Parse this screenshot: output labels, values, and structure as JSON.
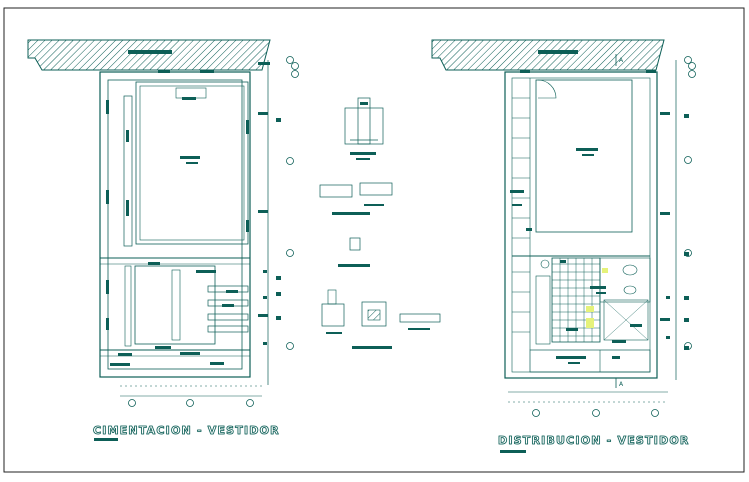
{
  "drawing": {
    "line_color": "#0d5f57",
    "accent_color": "#e5f27a",
    "background": "#ffffff"
  },
  "plans": {
    "left_title": "CIMENTACION - VESTIDOR",
    "right_title": "DISTRIBUCION - VESTIDOR"
  },
  "labels": {
    "section_marker": "A"
  }
}
